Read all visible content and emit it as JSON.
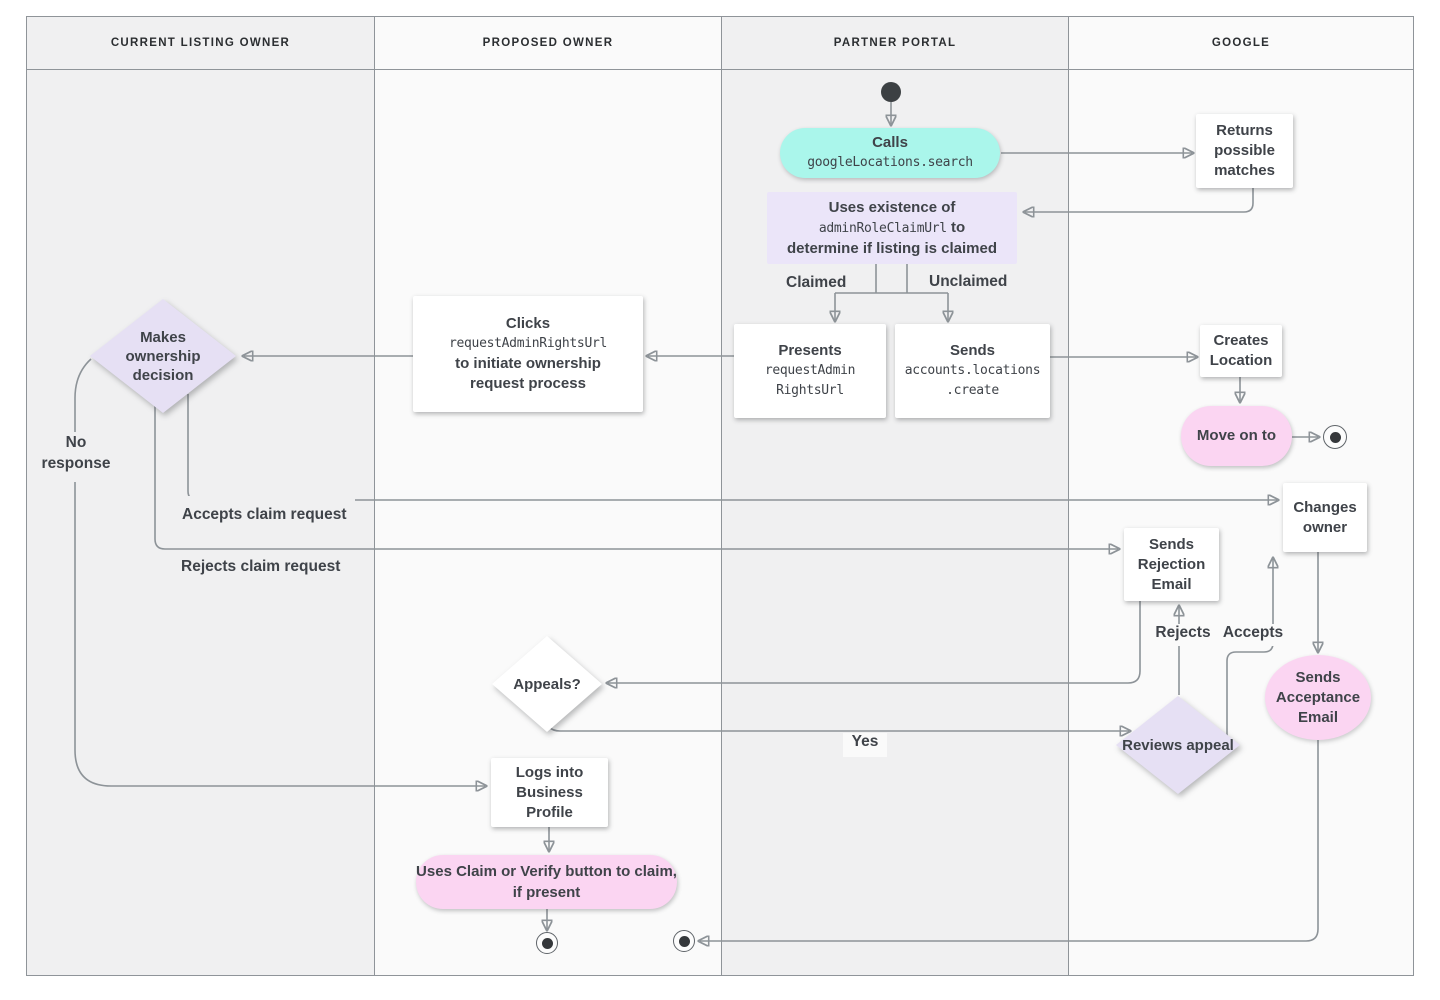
{
  "lanes": [
    {
      "label": "CURRENT LISTING OWNER"
    },
    {
      "label": "PROPOSED OWNER"
    },
    {
      "label": "PARTNER PORTAL"
    },
    {
      "label": "GOOGLE"
    }
  ],
  "nodes": {
    "calls": {
      "line1": "Calls",
      "code": "googleLocations.search"
    },
    "returns_matches": {
      "text": "Returns possible matches"
    },
    "uses_existence": {
      "line1": "Uses existence of",
      "code": "adminRoleClaimUrl",
      "after_code": "to",
      "line3": "determine if listing is claimed"
    },
    "presents": {
      "line1": "Presents",
      "code1": "requestAdmin",
      "code2": "RightsUrl"
    },
    "sends_create": {
      "line1": "Sends",
      "code1": "accounts.locations",
      "code2": ".create"
    },
    "creates_location": {
      "text": "Creates Location"
    },
    "move_on": {
      "text": "Move on to"
    },
    "clicks": {
      "line1": "Clicks",
      "code": "requestAdminRightsUrl",
      "line2": "to initiate ownership",
      "line3": "request process"
    },
    "makes_decision": {
      "text": "Makes ownership decision"
    },
    "changes_owner": {
      "text": "Changes owner"
    },
    "sends_rejection": {
      "text": "Sends Rejection Email"
    },
    "sends_acceptance": {
      "text": "Sends Acceptance Email"
    },
    "appeals": {
      "text": "Appeals?"
    },
    "reviews_appeal": {
      "text": "Reviews appeal"
    },
    "logs_into": {
      "text": "Logs into Business Profile"
    },
    "uses_claim": {
      "text": "Uses Claim or Verify button to claim, if present"
    }
  },
  "edge_labels": {
    "claimed": "Claimed",
    "unclaimed": "Unclaimed",
    "no_response": "No response",
    "accepts_claim": "Accepts claim request",
    "rejects_claim": "Rejects claim request",
    "rejects": "Rejects",
    "accepts": "Accepts",
    "yes": "Yes"
  },
  "colors": {
    "teal_action": "#aaf6eb",
    "lavender_note": "#ebe5f9",
    "lavender_decision": "#e6e0f4",
    "pink_terminal": "#fbd5f2",
    "lane_gray": "#f0f0f1",
    "lane_white": "#fafafa",
    "wire": "#8d9398",
    "text": "#3f4349",
    "start_end_dot": "#3c4043"
  }
}
